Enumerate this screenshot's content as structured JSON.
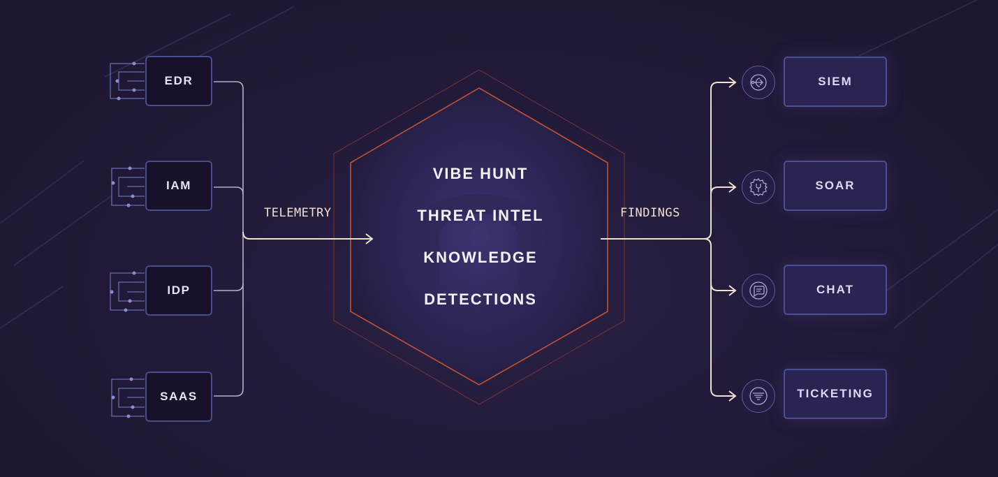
{
  "sources": [
    {
      "label": "EDR"
    },
    {
      "label": "IAM"
    },
    {
      "label": "IDP"
    },
    {
      "label": "SAAS"
    }
  ],
  "flow_labels": {
    "input": "TELEMETRY",
    "output": "FINDINGS"
  },
  "hub": {
    "items": [
      "VIBE HUNT",
      "THREAT INTEL",
      "KNOWLEDGE",
      "DETECTIONS"
    ]
  },
  "destinations": [
    {
      "label": "SIEM",
      "icon": "routing-icon"
    },
    {
      "label": "SOAR",
      "icon": "gear-wrench-icon"
    },
    {
      "label": "CHAT",
      "icon": "chat-bubble-icon"
    },
    {
      "label": "TICKETING",
      "icon": "filter-lines-icon"
    }
  ],
  "colors": {
    "background": "#221a39",
    "source_box": "#17122a",
    "destination_box": "#2a2452",
    "box_border": "#4a4d8c",
    "connector": "#efe3cf",
    "hexagon_outline": "#c4522f"
  }
}
